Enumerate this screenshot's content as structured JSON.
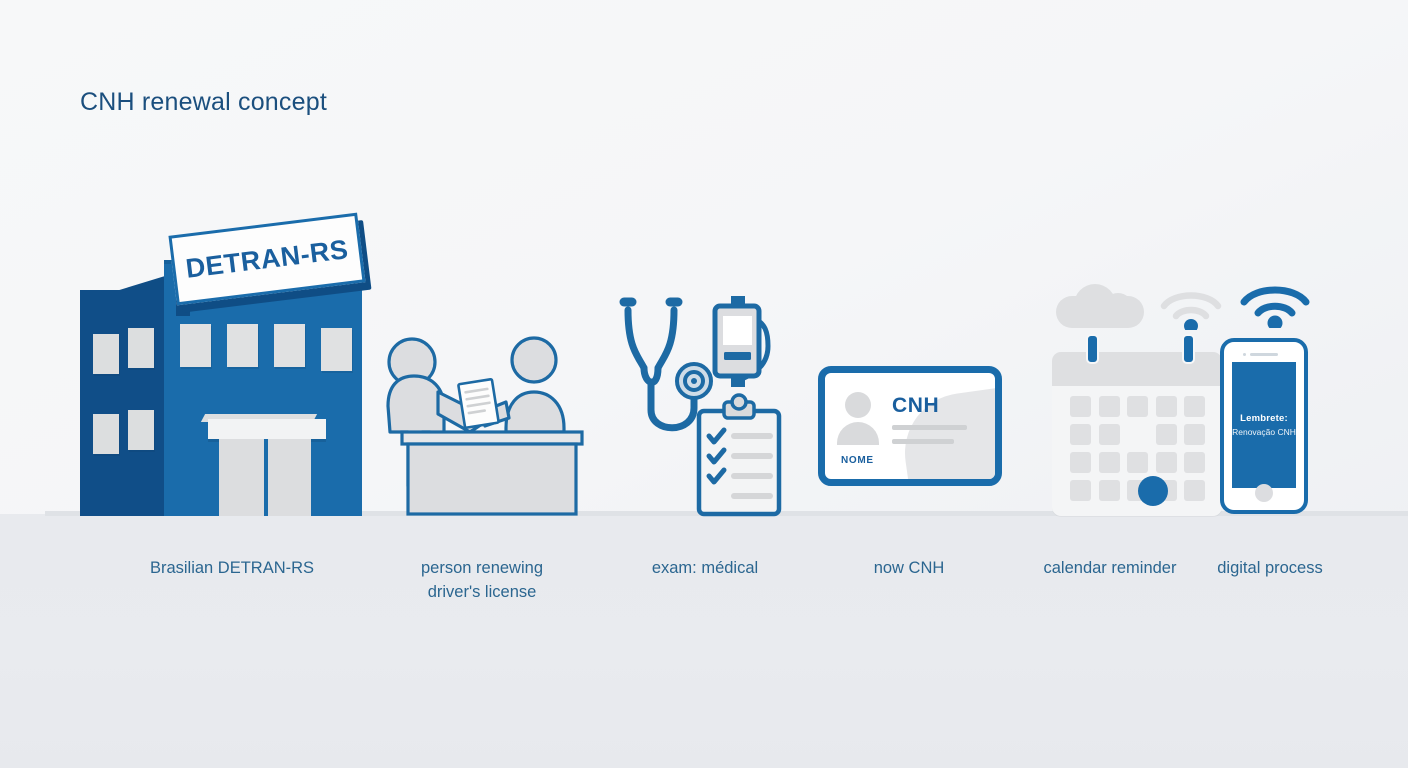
{
  "page": {
    "title": "CNH renewal concept",
    "background_color": "#f6f7f8",
    "accent_blue": "#1a6cab",
    "dark_blue": "#104e88",
    "text_blue": "#2b6690",
    "gray": "#dedfe1"
  },
  "scenes": [
    {
      "id": "detran-building",
      "caption": "Brasilian DETRAN-RS",
      "sign_text": "DETRAN-RS",
      "window_count": 8
    },
    {
      "id": "service-counter",
      "caption": "person renewing\ndriver's license",
      "figures": 2,
      "document": "paper form"
    },
    {
      "id": "medical-exam",
      "caption": "exam: médical",
      "items": [
        "stethoscope",
        "monitor-device",
        "clipboard-checklist"
      ],
      "checklist_checks": 3,
      "checklist_lines": 4
    },
    {
      "id": "cnh-card",
      "caption": "now CNH",
      "card_title": "CNH",
      "card_field_label": "NOME",
      "card_lines": 2
    },
    {
      "id": "calendar-reminder",
      "caption": "calendar reminder",
      "cells": 20,
      "highlighted_day": true,
      "extras": [
        "cloud-icon",
        "wifi-icon"
      ]
    },
    {
      "id": "digital-process",
      "caption": "digital process",
      "phone_message_title": "Lembrete:",
      "phone_message_body": "Renovação CNH",
      "extras": [
        "wifi-icon"
      ]
    }
  ],
  "captions": {
    "detran": "Brasilian DETRAN-RS",
    "person": "person renewing\ndriver's license",
    "exam": "exam: médical",
    "cnh": "now CNH",
    "calendar": "calendar reminder",
    "digital": "digital process"
  },
  "card": {
    "title": "CNH",
    "name_label": "NOME"
  },
  "phone": {
    "title": "Lembrete:",
    "body": "Renovação CNH"
  },
  "building": {
    "sign": "DETRAN-RS"
  },
  "calendar": {
    "days": [
      "",
      "",
      "",
      "",
      "",
      "",
      "",
      "",
      "",
      "",
      "",
      "",
      "",
      "",
      "",
      "",
      "",
      "",
      "",
      ""
    ]
  }
}
